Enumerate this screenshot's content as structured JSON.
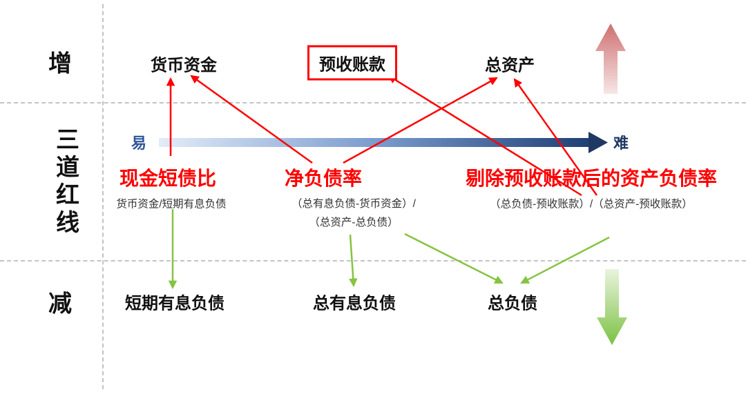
{
  "left_axis": {
    "increase": "增",
    "lines_label": "三道红线",
    "decrease": "减"
  },
  "top_row": {
    "items": [
      {
        "label": "货币资金"
      },
      {
        "label": "预收账款"
      },
      {
        "label": "总资产"
      }
    ]
  },
  "axis": {
    "easy": "易",
    "hard": "难"
  },
  "ratios": [
    {
      "title": "现金短债比",
      "formula": [
        "货币资金/短期有息负债"
      ]
    },
    {
      "title": "净负债率",
      "formula": [
        "（总有息负债-货币资金）/",
        "（总资产-总负债）"
      ]
    },
    {
      "title": "剔除预收账款后的资产负债率",
      "formula": [
        "（总负债-预收账款）/（总资产-预收账款）"
      ]
    }
  ],
  "bottom_row": {
    "items": [
      {
        "label": "短期有息负债"
      },
      {
        "label": "总有息负债"
      },
      {
        "label": "总负债"
      }
    ]
  },
  "colors": {
    "red": "#FE0000",
    "green": "#85C341",
    "blue_dark": "#1F3864",
    "blue_mid": "#2F5597",
    "blue_light": "#E3ECF8",
    "fade_red_top": "#CF6F6F",
    "fade_red_bottom": "#F6E6E6",
    "fade_green_top": "#E9F4DE",
    "fade_green_bottom": "#7CC142",
    "dash_gray": "#C3C3C3"
  }
}
